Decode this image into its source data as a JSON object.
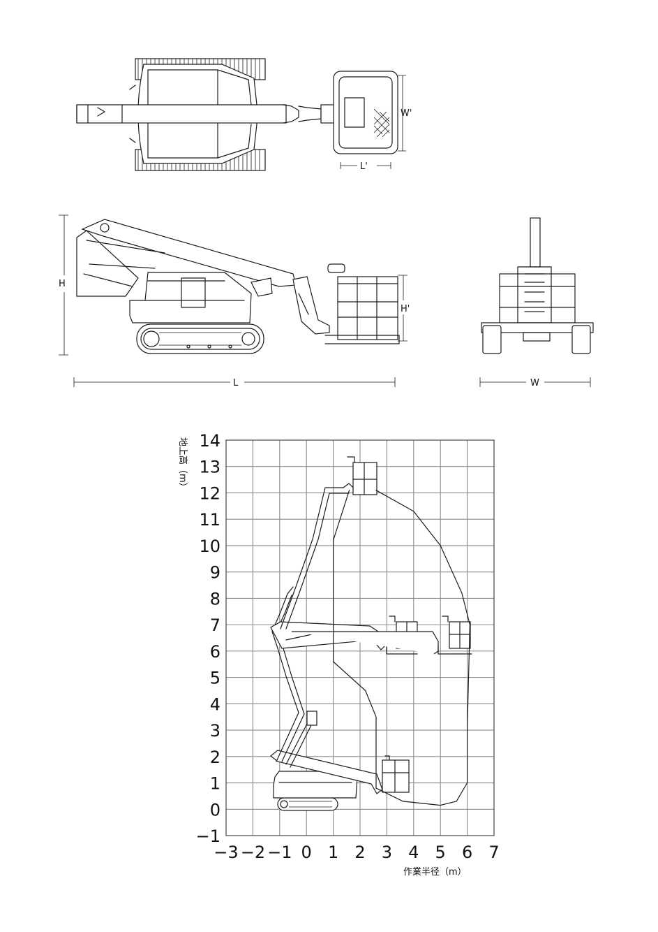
{
  "dimensions": {
    "w_prime": "W'",
    "l_prime": "L'",
    "h": "H",
    "h_prime": "H'",
    "l": "L",
    "w": "W"
  },
  "chart_data": {
    "type": "working-range diagram",
    "xlabel": "作業半径（m）",
    "ylabel": "地上高（m）",
    "xlim": [
      -3,
      7
    ],
    "ylim": [
      -1,
      14
    ],
    "xticks": [
      "−3",
      "−2",
      "−1",
      "0",
      "1",
      "2",
      "3",
      "4",
      "5",
      "6",
      "7"
    ],
    "yticks": [
      "14",
      "13",
      "12",
      "11",
      "10",
      "9",
      "8",
      "7",
      "6",
      "5",
      "4",
      "3",
      "2",
      "1",
      "0",
      "−1"
    ],
    "grid": true,
    "envelope": [
      {
        "x": 2.6,
        "y": 12.1
      },
      {
        "x": 4.0,
        "y": 11.3
      },
      {
        "x": 5.0,
        "y": 10.0
      },
      {
        "x": 5.8,
        "y": 8.2
      },
      {
        "x": 6.1,
        "y": 7.0
      },
      {
        "x": 6.0,
        "y": 3.0
      },
      {
        "x": 6.0,
        "y": 1.0
      },
      {
        "x": 5.6,
        "y": 0.3
      },
      {
        "x": 5.0,
        "y": 0.15
      },
      {
        "x": 3.6,
        "y": 0.3
      },
      {
        "x": 2.6,
        "y": 0.8
      }
    ],
    "inner_envelope": [
      {
        "x": 2.6,
        "y": 0.8
      },
      {
        "x": 2.6,
        "y": 3.5
      },
      {
        "x": 2.2,
        "y": 4.5
      },
      {
        "x": 1.0,
        "y": 5.6
      },
      {
        "x": 1.0,
        "y": 10.2
      },
      {
        "x": 1.6,
        "y": 12.1
      }
    ],
    "platform_positions": [
      {
        "x": 2.5,
        "y": 12.5
      },
      {
        "x": 4.0,
        "y": 6.5
      },
      {
        "x": 6.0,
        "y": 6.5
      },
      {
        "x": 3.5,
        "y": 1.0
      }
    ]
  }
}
